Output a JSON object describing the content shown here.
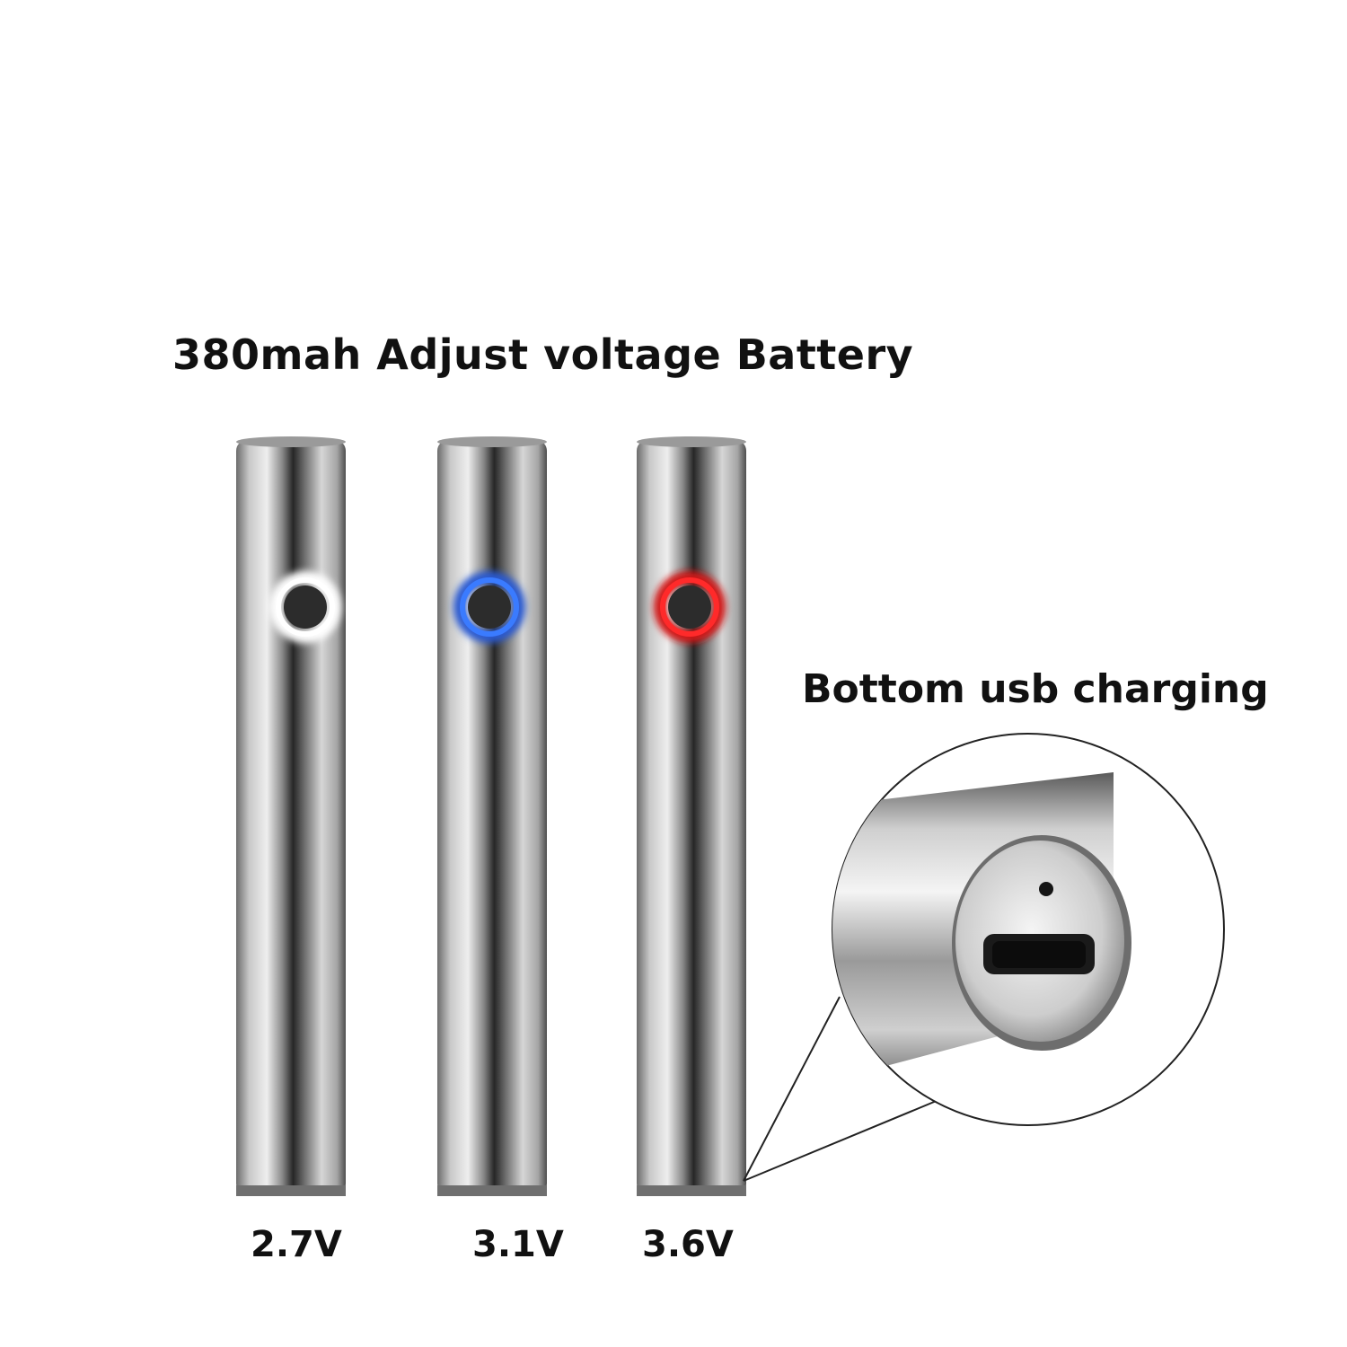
{
  "headline": "380mah Adjust voltage Battery",
  "callout": "Bottom usb charging",
  "batteries": [
    {
      "voltage": "2.7V",
      "led_color": "#ffffff",
      "led_glow": "#cfcfcf"
    },
    {
      "voltage": "3.1V",
      "led_color": "#3a7bff",
      "led_glow": "#2a5ad0"
    },
    {
      "voltage": "3.6V",
      "led_color": "#ff2a2a",
      "led_glow": "#d01818"
    }
  ],
  "colors": {
    "metal_light": "#d9d9d9",
    "metal_dark": "#3a3a3a",
    "background": "#ffffff"
  }
}
